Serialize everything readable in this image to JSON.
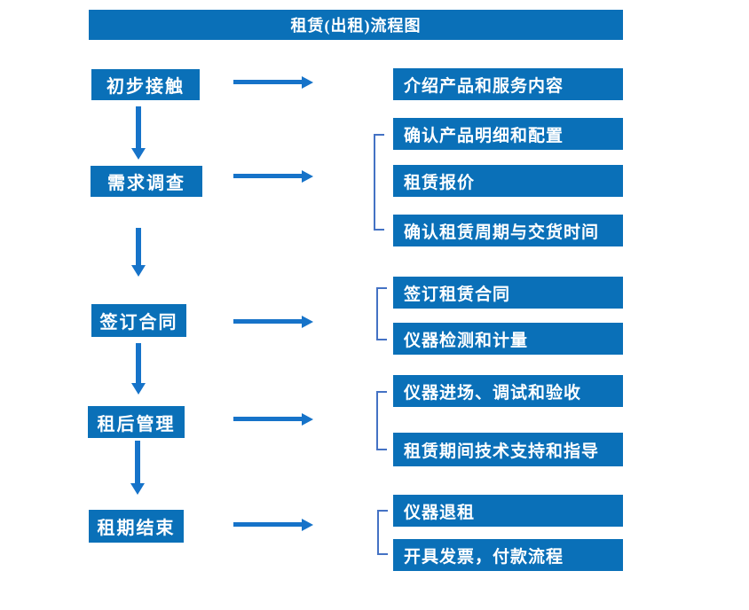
{
  "title": "租赁(出租)流程图",
  "colors": {
    "box_blue": "#0a70b8",
    "arrow_blue": "#1673c9",
    "bracket_blue": "#4472c4",
    "text_white": "#ffffff",
    "background": "#ffffff"
  },
  "stages": [
    {
      "label": "初步接触"
    },
    {
      "label": "需求调查"
    },
    {
      "label": "签订合同"
    },
    {
      "label": "租后管理"
    },
    {
      "label": "租期结束"
    }
  ],
  "details": [
    {
      "label": "介绍产品和服务内容"
    },
    {
      "label": "确认产品明细和配置"
    },
    {
      "label": "租赁报价"
    },
    {
      "label": "确认租赁周期与交货时间"
    },
    {
      "label": "签订租赁合同"
    },
    {
      "label": "仪器检测和计量"
    },
    {
      "label": "仪器进场、调试和验收"
    },
    {
      "label": "租赁期间技术支持和指导"
    },
    {
      "label": "仪器退租"
    },
    {
      "label": "开具发票，付款流程"
    }
  ]
}
